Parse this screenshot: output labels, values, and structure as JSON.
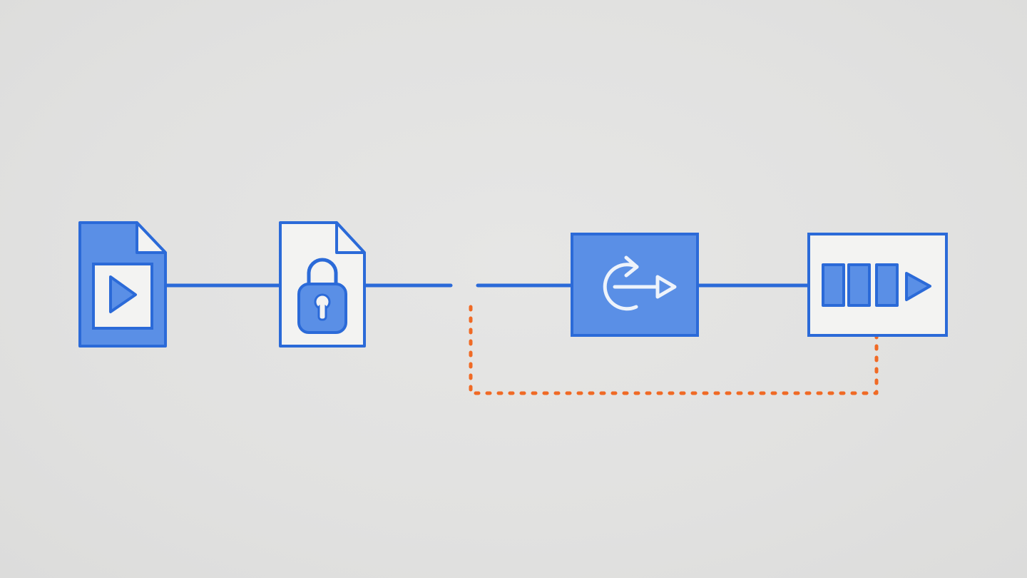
{
  "diagram": {
    "colors": {
      "background": "#e3e3e2",
      "primary_stroke": "#2b6ad8",
      "primary_fill": "#5a8fe6",
      "light_fill": "#f3f3f2",
      "arrow_white": "#eef3fb",
      "feedback": "#f06a25"
    },
    "nodes": [
      {
        "name": "video-file-node",
        "icon": "video-file-icon"
      },
      {
        "name": "encrypted-file-node",
        "icon": "lock-file-icon"
      },
      {
        "name": "transcode-node",
        "icon": "loop-arrow-icon"
      },
      {
        "name": "playback-buffer-node",
        "icon": "buffer-play-icon"
      }
    ],
    "connections": [
      {
        "from": "video-file-node",
        "to": "encrypted-file-node",
        "style": "solid"
      },
      {
        "from": "encrypted-file-node",
        "to": "transcode-node",
        "style": "solid-with-gap"
      },
      {
        "from": "transcode-node",
        "to": "playback-buffer-node",
        "style": "solid"
      },
      {
        "from": "playback-buffer-node",
        "to": "gap-point",
        "style": "dotted"
      }
    ]
  }
}
